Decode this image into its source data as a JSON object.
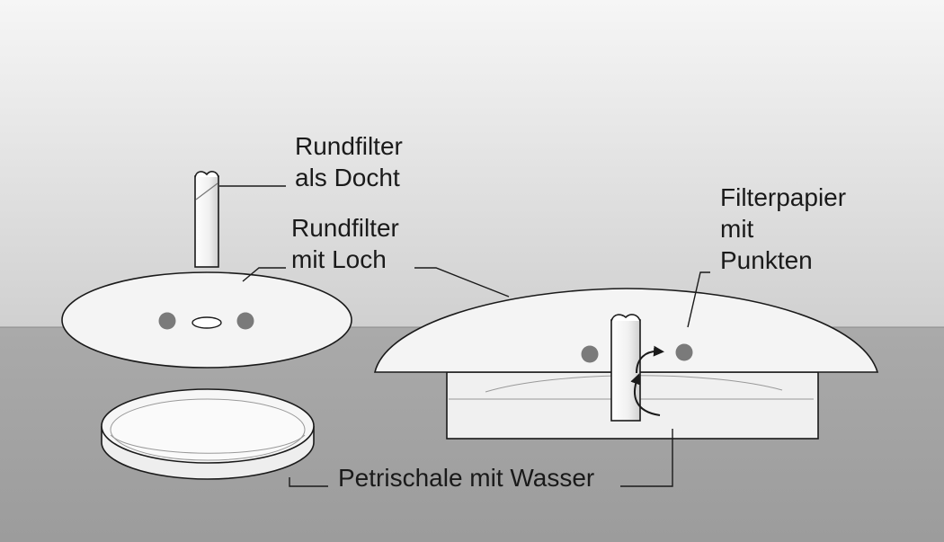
{
  "labels": {
    "wick_line1": "Rundfilter",
    "wick_line2": "als Docht",
    "hole_line1": "Rundfilter",
    "hole_line2": "mit Loch",
    "paper_line1": "Filterpapier",
    "paper_line2": "mit",
    "paper_line3": "Punkten",
    "dish": "Petrischale mit Wasser"
  },
  "colors": {
    "background_top": "#f6f6f6",
    "background_bottom": "#d0d0d0",
    "table": "#a4a4a4",
    "paper": "#f4f4f4",
    "dot": "#7a7a7a",
    "outline": "#1a1a1a"
  }
}
